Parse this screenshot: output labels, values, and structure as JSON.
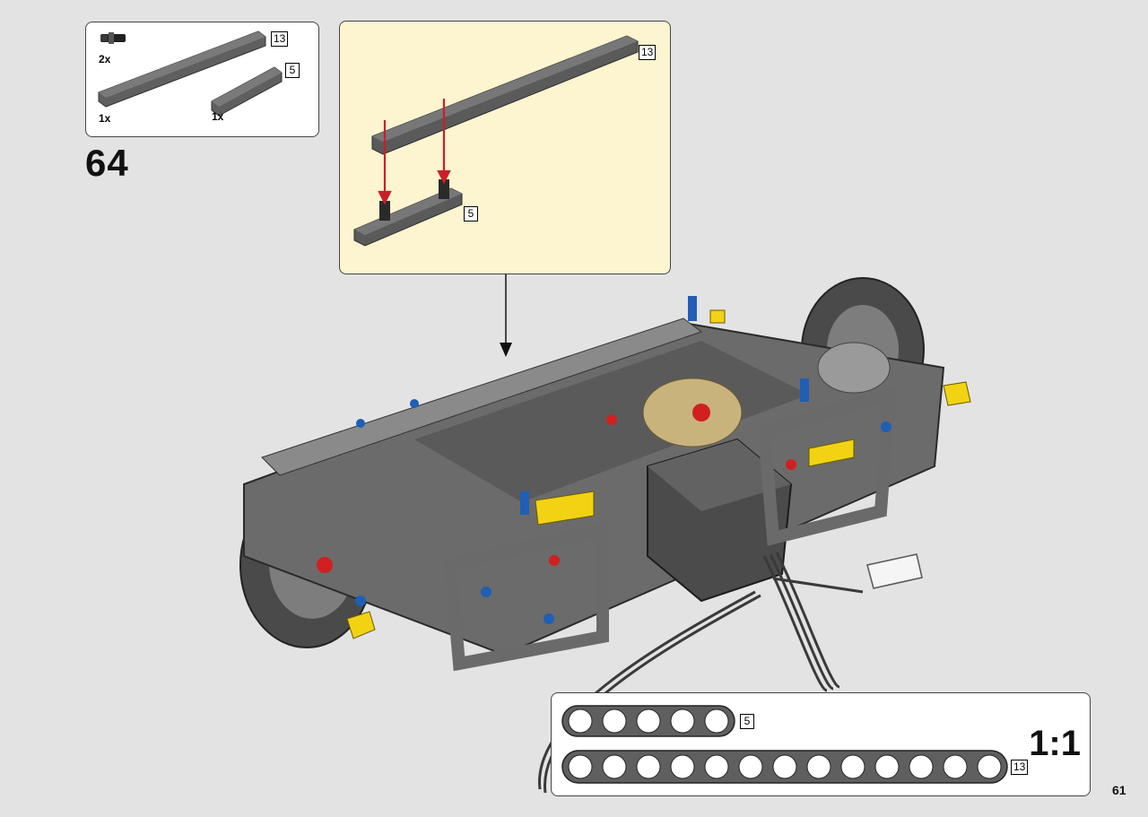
{
  "parts_list": {
    "items": [
      {
        "part": "connector-pin-with-friction",
        "quantity": "2x"
      },
      {
        "part": "beam-13",
        "quantity": "1x",
        "length_tag": "13"
      },
      {
        "part": "beam-5",
        "quantity": "1x",
        "length_tag": "5"
      }
    ]
  },
  "step": {
    "number": "64"
  },
  "subassembly": {
    "long_beam_tag": "13",
    "short_beam_tag": "5",
    "arrow_color": "#c8202a"
  },
  "ruler": {
    "short_beam_tag": "5",
    "long_beam_tag": "13",
    "scale_label": "1:1"
  },
  "page": {
    "number": "61"
  },
  "colors": {
    "background": "#e3e3e3",
    "subassembly_background": "#fdf4d0",
    "beam_dark_gray": "#6b6b6b",
    "pin_blue": "#1f5fb5",
    "pin_red": "#d02020",
    "part_yellow": "#f2d313",
    "gear_tan": "#c9b37d"
  }
}
